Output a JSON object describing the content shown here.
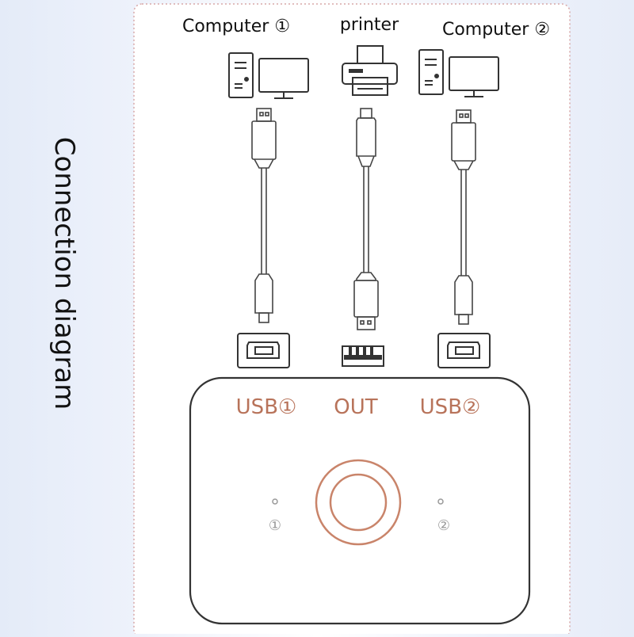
{
  "title": "Connection diagram",
  "devices": {
    "computer1_label": "Computer ①",
    "printer_label": "printer",
    "computer2_label": "Computer ②"
  },
  "switch_box": {
    "port1_label": "USB①",
    "out_label": "OUT",
    "port2_label": "USB②",
    "led1_label": "①",
    "led2_label": "②"
  },
  "colors": {
    "port_label": "#b8735a",
    "border": "#d8a8a8",
    "line": "#333333",
    "accent": "#e0b4a2"
  },
  "icons": [
    "computer-icon",
    "printer-icon",
    "usb-a-plug-icon",
    "usb-b-plug-icon",
    "usb-b-port-icon",
    "usb-a-port-icon",
    "switch-button-icon"
  ]
}
